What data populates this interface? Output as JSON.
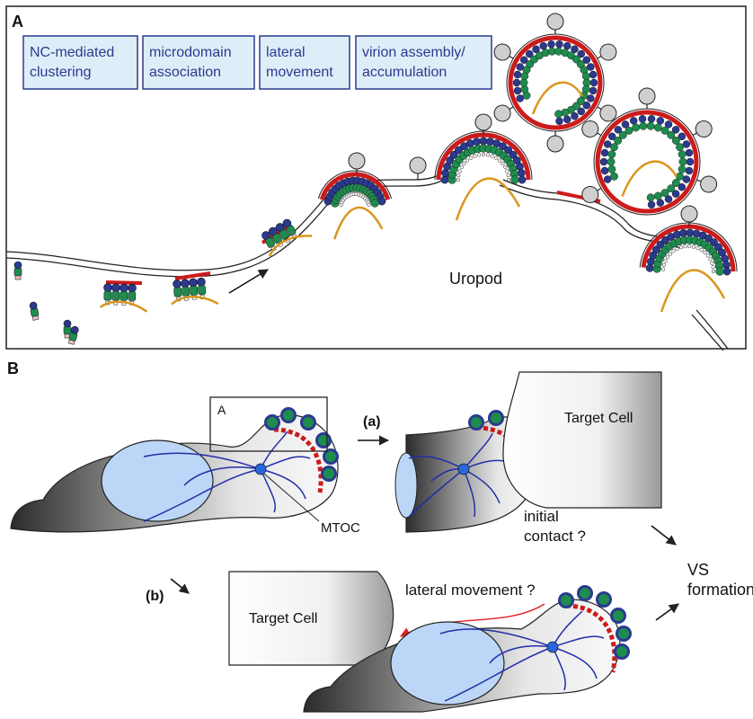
{
  "panel_a": {
    "label": "A",
    "stages": [
      {
        "line1": "NC-mediated",
        "line2": "clustering"
      },
      {
        "line1": "microdomain",
        "line2": "association"
      },
      {
        "line1": "lateral",
        "line2": "movement"
      },
      {
        "line1": "virion assembly/",
        "line2": "accumulation"
      }
    ],
    "uropod": "Uropod"
  },
  "panel_b": {
    "label": "B",
    "inset": "A",
    "path_a": "(a)",
    "path_b": "(b)",
    "target_cell": "Target Cell",
    "mtoc": "MTOC",
    "initial_contact_1": "initial",
    "initial_contact_2": "contact ?",
    "lateral_movement": "lateral movement ?",
    "vs_1": "VS",
    "vs_2": "formation"
  },
  "colors": {
    "box_fill": "#deeef8",
    "box_stroke": "#2b3a8f",
    "box_text": "#2b3a8f",
    "membrane_red": "#cc1b1b",
    "matrix_green": "#1e8c4e",
    "matrix_blue": "#2b3a8f",
    "rna_orange": "#d9961f",
    "nucleus": "#bcd6f7",
    "microtubule": "#1f2ea8",
    "red_arrow": "#e02020"
  }
}
